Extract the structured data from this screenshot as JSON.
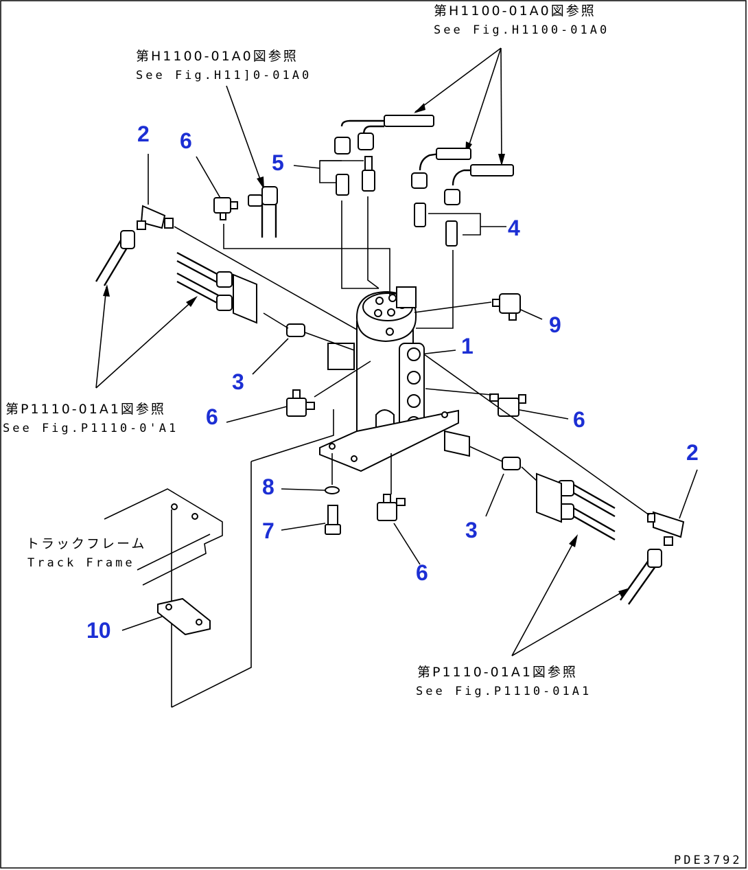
{
  "references": {
    "top_right_jp": "第H1100-01A0図参照",
    "top_right_en": "See Fig.H1100-01A0",
    "top_left_jp": "第H1100-01A0図参照",
    "top_left_en": "See Fig.H11]0-01A0",
    "left_jp": "第P1110-01A1図参照",
    "left_en": "See Fig.P1110-0'A1",
    "bottom_right_jp": "第P1110-01A1図参照",
    "bottom_right_en": "See Fig.P1110-01A1"
  },
  "track_frame": {
    "jp": "トラックフレーム",
    "en": "Track Frame"
  },
  "callouts": {
    "c1": "1",
    "c2_left": "2",
    "c2_right": "2",
    "c3_left": "3",
    "c3_right": "3",
    "c4": "4",
    "c5": "5",
    "c6_upper_left": "6",
    "c6_left": "6",
    "c6_right": "6",
    "c6_bottom": "6",
    "c7": "7",
    "c8": "8",
    "c9": "9",
    "c10": "10"
  },
  "drawing_code": "PDE3792",
  "colors": {
    "callout": "#1c2fd4",
    "line": "#000000",
    "background": "#ffffff"
  }
}
